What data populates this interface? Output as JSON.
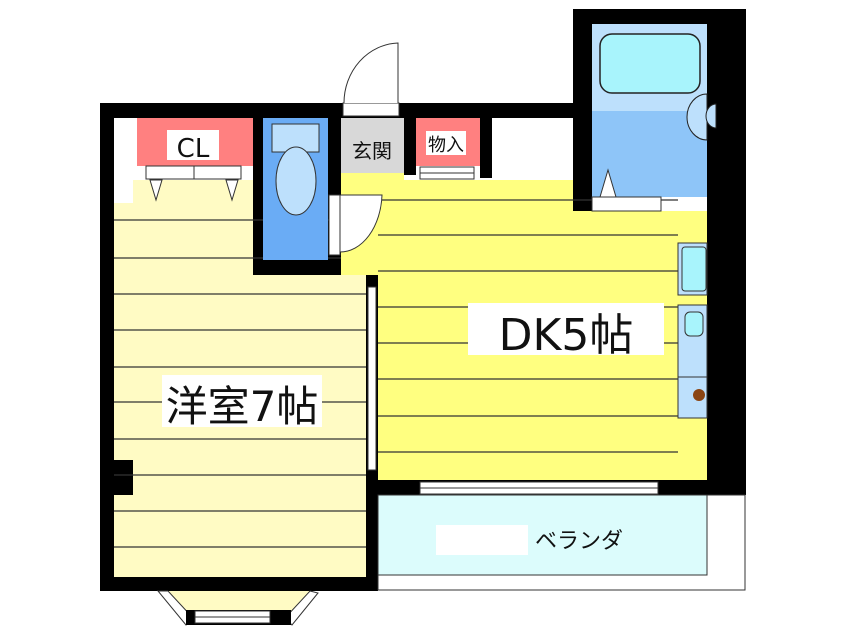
{
  "floorplan": {
    "rooms": {
      "western": {
        "label": "洋室7帖"
      },
      "dk": {
        "label": "DK5帖"
      },
      "closet": {
        "label": "CL"
      },
      "entrance": {
        "label": "玄関"
      },
      "storage": {
        "label": "物入"
      },
      "balcony": {
        "label": "ベランダ"
      }
    },
    "colors": {
      "wall": "#000000",
      "western_floor": "#fffbc4",
      "dk_floor": "#ffff80",
      "closet": "#ff8080",
      "toilet": "#6aacf5",
      "toilet_fixture": "#bde0fc",
      "bath": "#8ec5f8",
      "bath_upper": "#bde0fc",
      "bathtub": "#a8f4fc",
      "entrance": "#d8d8d8",
      "balcony": "#dcfcfc",
      "stove": "#8b4513"
    }
  }
}
